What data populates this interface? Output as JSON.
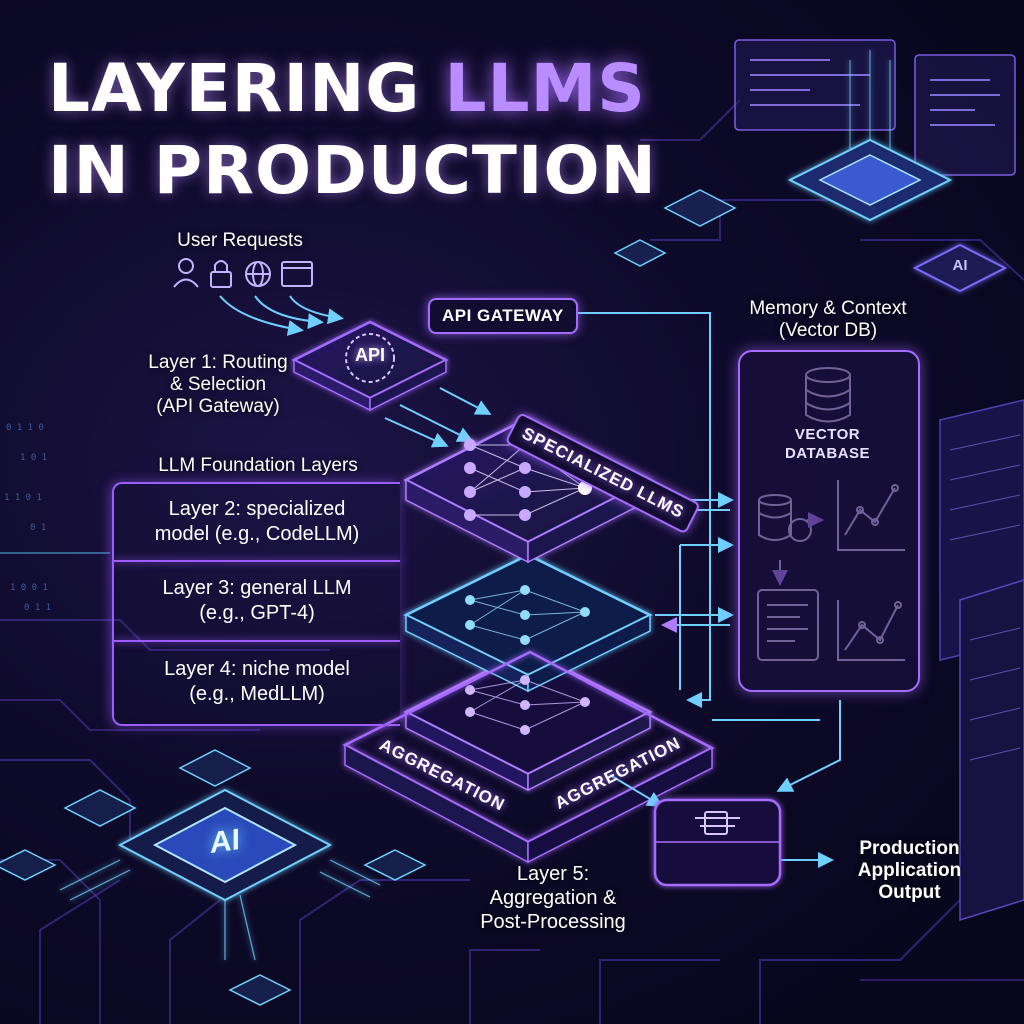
{
  "title": {
    "line1_prefix": "LAYERING ",
    "line1_accent": "LLMS",
    "line2": "IN PRODUCTION"
  },
  "user_requests": {
    "label": "User Requests",
    "icons": [
      "user-icon",
      "lock-icon",
      "globe-icon",
      "translate-window-icon"
    ]
  },
  "api_gateway_pill": "API GATEWAY",
  "api_chip_label": "API",
  "layer1": {
    "line1": "Layer 1: Routing",
    "line2": "& Selection",
    "line3": "(API Gateway)"
  },
  "foundation_heading": "LLM Foundation Layers",
  "layers": [
    {
      "line1": "Layer 2: specialized",
      "line2": "model (e.g., CodeLLM)"
    },
    {
      "line1": "Layer 3: general LLM",
      "line2": "(e.g., GPT-4)"
    },
    {
      "line1": "Layer 4: niche model",
      "line2": "(e.g., MedLLM)"
    }
  ],
  "specialized_llms_label": "SPECIALIZED LLMS",
  "aggregation_labels": [
    "AGGREGATION",
    "AGGREGATION"
  ],
  "memory": {
    "heading_line1": "Memory & Context",
    "heading_line2": "(Vector DB)",
    "db_line1": "VECTOR",
    "db_line2": "DATABASE"
  },
  "layer5": {
    "line1": "Layer 5:",
    "line2": "Aggregation &",
    "line3": "Post-Processing"
  },
  "output": {
    "line1": "Production",
    "line2": "Application",
    "line3": "Output"
  },
  "ai_chip_label": "AI",
  "ai_small_chip_label": "AI",
  "colors": {
    "accent": "#a66bff",
    "cyan": "#5fc8ff",
    "background": "#0e0a2a",
    "title_accent": "#b98cff"
  }
}
